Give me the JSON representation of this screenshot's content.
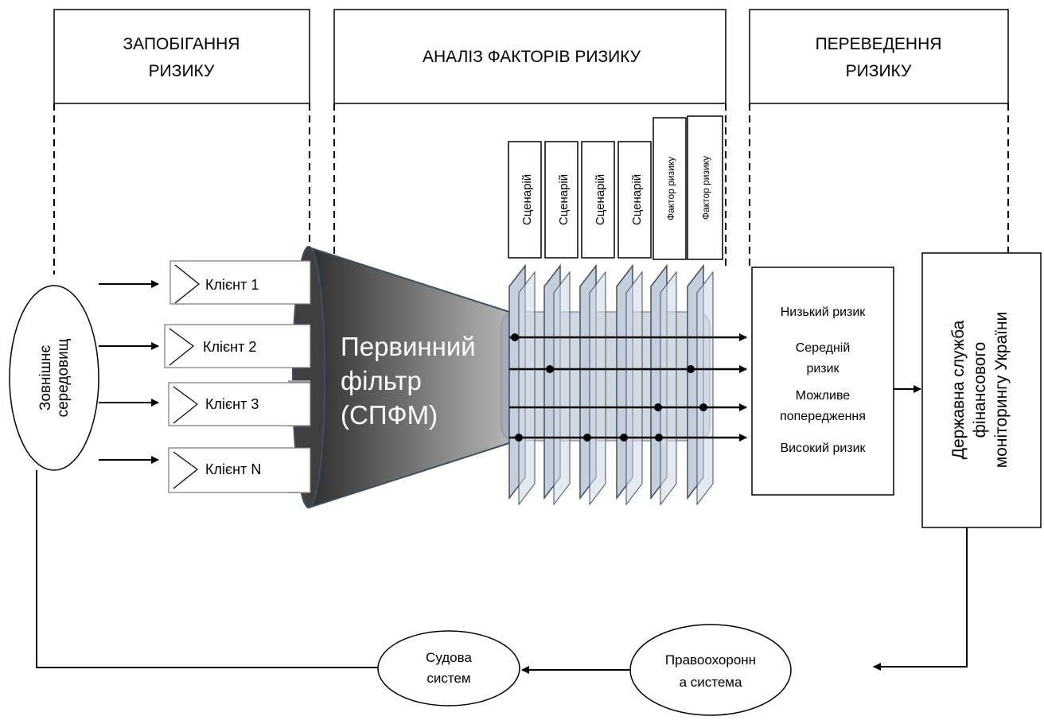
{
  "headers": {
    "prevention": [
      "ЗАПОБІГАННЯ",
      "РИЗИКУ"
    ],
    "analysis": "АНАЛІЗ ФАКТОРІВ РИЗИКУ",
    "transfer": [
      "ПЕРЕВЕДЕННЯ",
      "РИЗИКУ"
    ]
  },
  "environment": [
    "Зовнішнє",
    "середовищ"
  ],
  "clients": [
    "Клієнт 1",
    "Клієнт 2",
    "Клієнт 3",
    "Клієнт N"
  ],
  "filter": [
    "Первинний",
    "фільтр",
    "(СПФМ)"
  ],
  "scenarios": [
    "Сценарій",
    "Сценарій",
    "Сценарій",
    "Сценарій",
    "Фактор ризику",
    "Фактор ризику"
  ],
  "risk_levels": {
    "low": "Низький ризик",
    "medium": [
      "Середній",
      "ризик"
    ],
    "warning": [
      "Можливе",
      "попередження"
    ],
    "high": "Високий ризик"
  },
  "state_service": [
    "Державна служба",
    "фінансового",
    "моніторингу України"
  ],
  "law_enforcement": [
    "Правоохоронн",
    "а система"
  ],
  "court": [
    "Судова",
    "систем"
  ],
  "colors": {
    "line": "#000000",
    "panel_fill": "#c5cfdc",
    "panel_edge": "#3b5068",
    "funnel_dark": "#3c3c3c",
    "funnel_light": "#a9a9a9",
    "bar_fill": "#b4b4b4"
  }
}
